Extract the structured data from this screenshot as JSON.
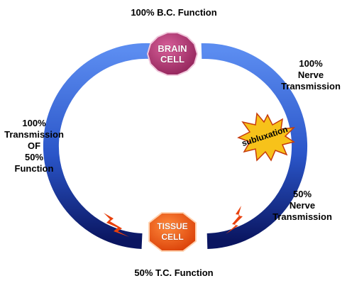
{
  "labels": {
    "top": "100% B.C. Function",
    "bottom": "50% T.C. Function",
    "right_top": [
      "100%",
      "Nerve",
      "Transmission"
    ],
    "right_bottom": [
      "50%",
      "Nerve",
      "Transmission"
    ],
    "left": [
      "100%",
      "Transmission",
      "OF",
      "50%",
      "Function"
    ]
  },
  "nodes": {
    "brain": [
      "BRAIN",
      "CELL"
    ],
    "tissue": [
      "TISSUE",
      "CELL"
    ]
  },
  "subluxation": "subluxation",
  "colors": {
    "ring_light": "#4a7de0",
    "ring_dark": "#0a1a66",
    "brain_fill": "#b83a78",
    "tissue_fill": "#f05a12",
    "burst_fill": "#f7c21a",
    "lightning": "#e8400c"
  }
}
